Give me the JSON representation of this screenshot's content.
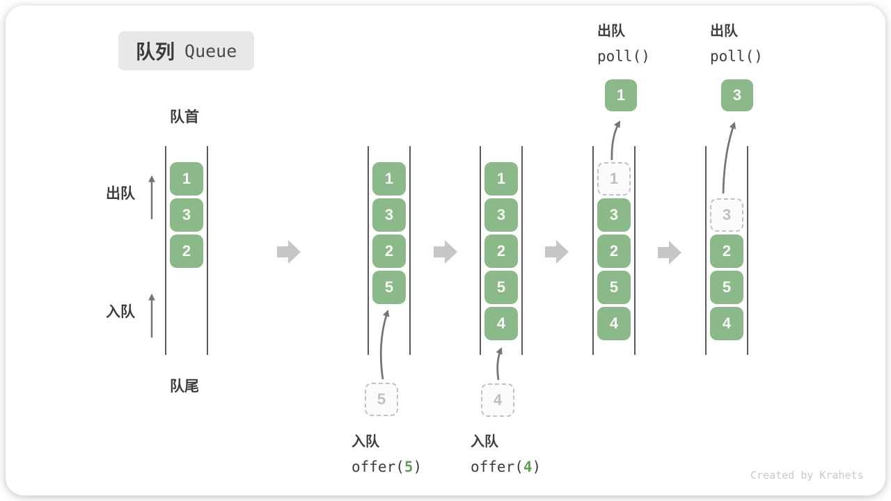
{
  "title": {
    "zh": "队列",
    "en": "Queue"
  },
  "labels": {
    "head": "队首",
    "tail": "队尾",
    "dequeue_side": "出队",
    "enqueue_side": "入队"
  },
  "queues": [
    {
      "items": [
        {
          "value": "1"
        },
        {
          "value": "3"
        },
        {
          "value": "2"
        }
      ]
    },
    {
      "items": [
        {
          "value": "1"
        },
        {
          "value": "3"
        },
        {
          "value": "2"
        },
        {
          "value": "5"
        }
      ]
    },
    {
      "items": [
        {
          "value": "1"
        },
        {
          "value": "3"
        },
        {
          "value": "2"
        },
        {
          "value": "5"
        },
        {
          "value": "4"
        }
      ]
    },
    {
      "items": [
        {
          "value": "1",
          "removed": true
        },
        {
          "value": "3"
        },
        {
          "value": "2"
        },
        {
          "value": "5"
        },
        {
          "value": "4"
        }
      ]
    },
    {
      "items": [
        {
          "value": "3",
          "removed": true
        },
        {
          "value": "2"
        },
        {
          "value": "5"
        },
        {
          "value": "4"
        }
      ]
    }
  ],
  "operations": {
    "enqueue5": {
      "label": "入队",
      "code_fn": "offer(",
      "code_arg": "5",
      "code_close": ")",
      "staged_value": "5"
    },
    "enqueue4": {
      "label": "入队",
      "code_fn": "offer(",
      "code_arg": "4",
      "code_close": ")",
      "staged_value": "4"
    },
    "poll1": {
      "label": "出队",
      "code": "poll()",
      "result_value": "1"
    },
    "poll2": {
      "label": "出队",
      "code": "poll()",
      "result_value": "3"
    }
  },
  "watermark": "Created by Krahets",
  "colors": {
    "box_green": "#8bb98a",
    "code_green": "#64a05c",
    "channel_line": "#585858",
    "flow_arrow": "#c6c6c6",
    "pointer_arrow": "#757575",
    "dashed_border": "#c2c2c2",
    "text_dark": "#3d3d3d",
    "muted": "#c9c9c9"
  }
}
